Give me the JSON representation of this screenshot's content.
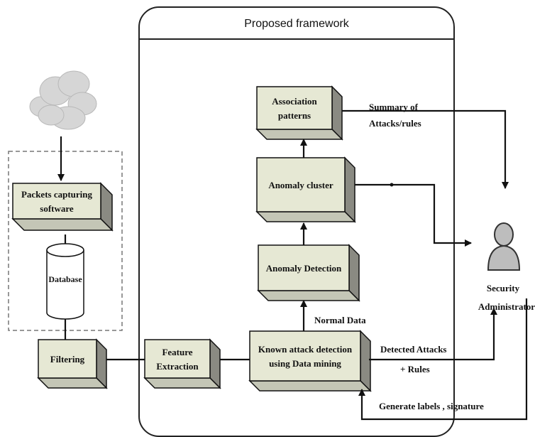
{
  "framework": {
    "title": "Proposed framework"
  },
  "boxes": {
    "packets_capturing": {
      "line1": "Packets capturing",
      "line2": "software"
    },
    "database": "Database",
    "filtering": "Filtering",
    "feature_extraction": {
      "line1": "Feature",
      "line2": "Extraction"
    },
    "known_attack": {
      "line1": "Known attack detection",
      "line2": "using Data mining"
    },
    "anomaly_detection": "Anomaly Detection",
    "anomaly_cluster": "Anomaly cluster",
    "association": {
      "line1": "Association",
      "line2": "patterns"
    }
  },
  "edge_labels": {
    "normal_data": "Normal Data",
    "summary": {
      "line1": "Summary of",
      "line2": "Attacks/rules"
    },
    "detected": {
      "line1": "Detected Attacks",
      "line2": "+ Rules"
    },
    "generate": "Generate labels , signature"
  },
  "administrator": {
    "line1": "Security",
    "line2": "Administrator"
  },
  "colors": {
    "box_face": "#e6e8d4",
    "box_side": "#8a8a82",
    "box_top": "#c4c6b6",
    "line": "#111111",
    "cloud": "#d6d6d6"
  }
}
